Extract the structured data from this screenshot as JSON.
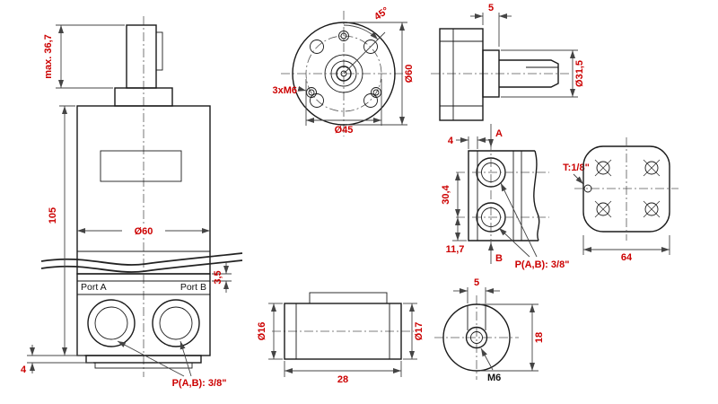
{
  "colors": {
    "dimension_text": "#cc0000",
    "drawing_line": "#1a1a1a",
    "dimension_line": "#444444",
    "background": "#ffffff"
  },
  "views": {
    "front": {
      "dim_shaft_height": "max. 36,7",
      "dim_body_height": "105",
      "dim_body_diameter": "Ø60",
      "dim_strip": "3,5",
      "dim_base": "4",
      "port_a_label": "Port A",
      "port_b_label": "Port B",
      "ports_thread_label": "P(A,B): 3/8\""
    },
    "flange": {
      "angle_label": "45°",
      "outer_diameter": "Ø60",
      "bolt_thread": "3xM6",
      "bolt_circle_diameter": "Ø45"
    },
    "flange_side": {
      "boss_width": "5",
      "boss_diameter": "Ø31,5"
    },
    "ports": {
      "wall_offset": "4",
      "port_a_arrow": "A",
      "port_spacing": "30,4",
      "bottom_offset": "11,7",
      "port_b_arrow": "B",
      "ports_thread_label": "P(A,B): 3/8\"",
      "tank_thread_label": "T:1/8\"",
      "body_width": "64"
    },
    "cylinder": {
      "left_diameter": "Ø16",
      "right_diameter": "Ø17",
      "length": "28"
    },
    "end_cap": {
      "key_width": "5",
      "outer_diameter": "18",
      "thread": "M6"
    }
  }
}
